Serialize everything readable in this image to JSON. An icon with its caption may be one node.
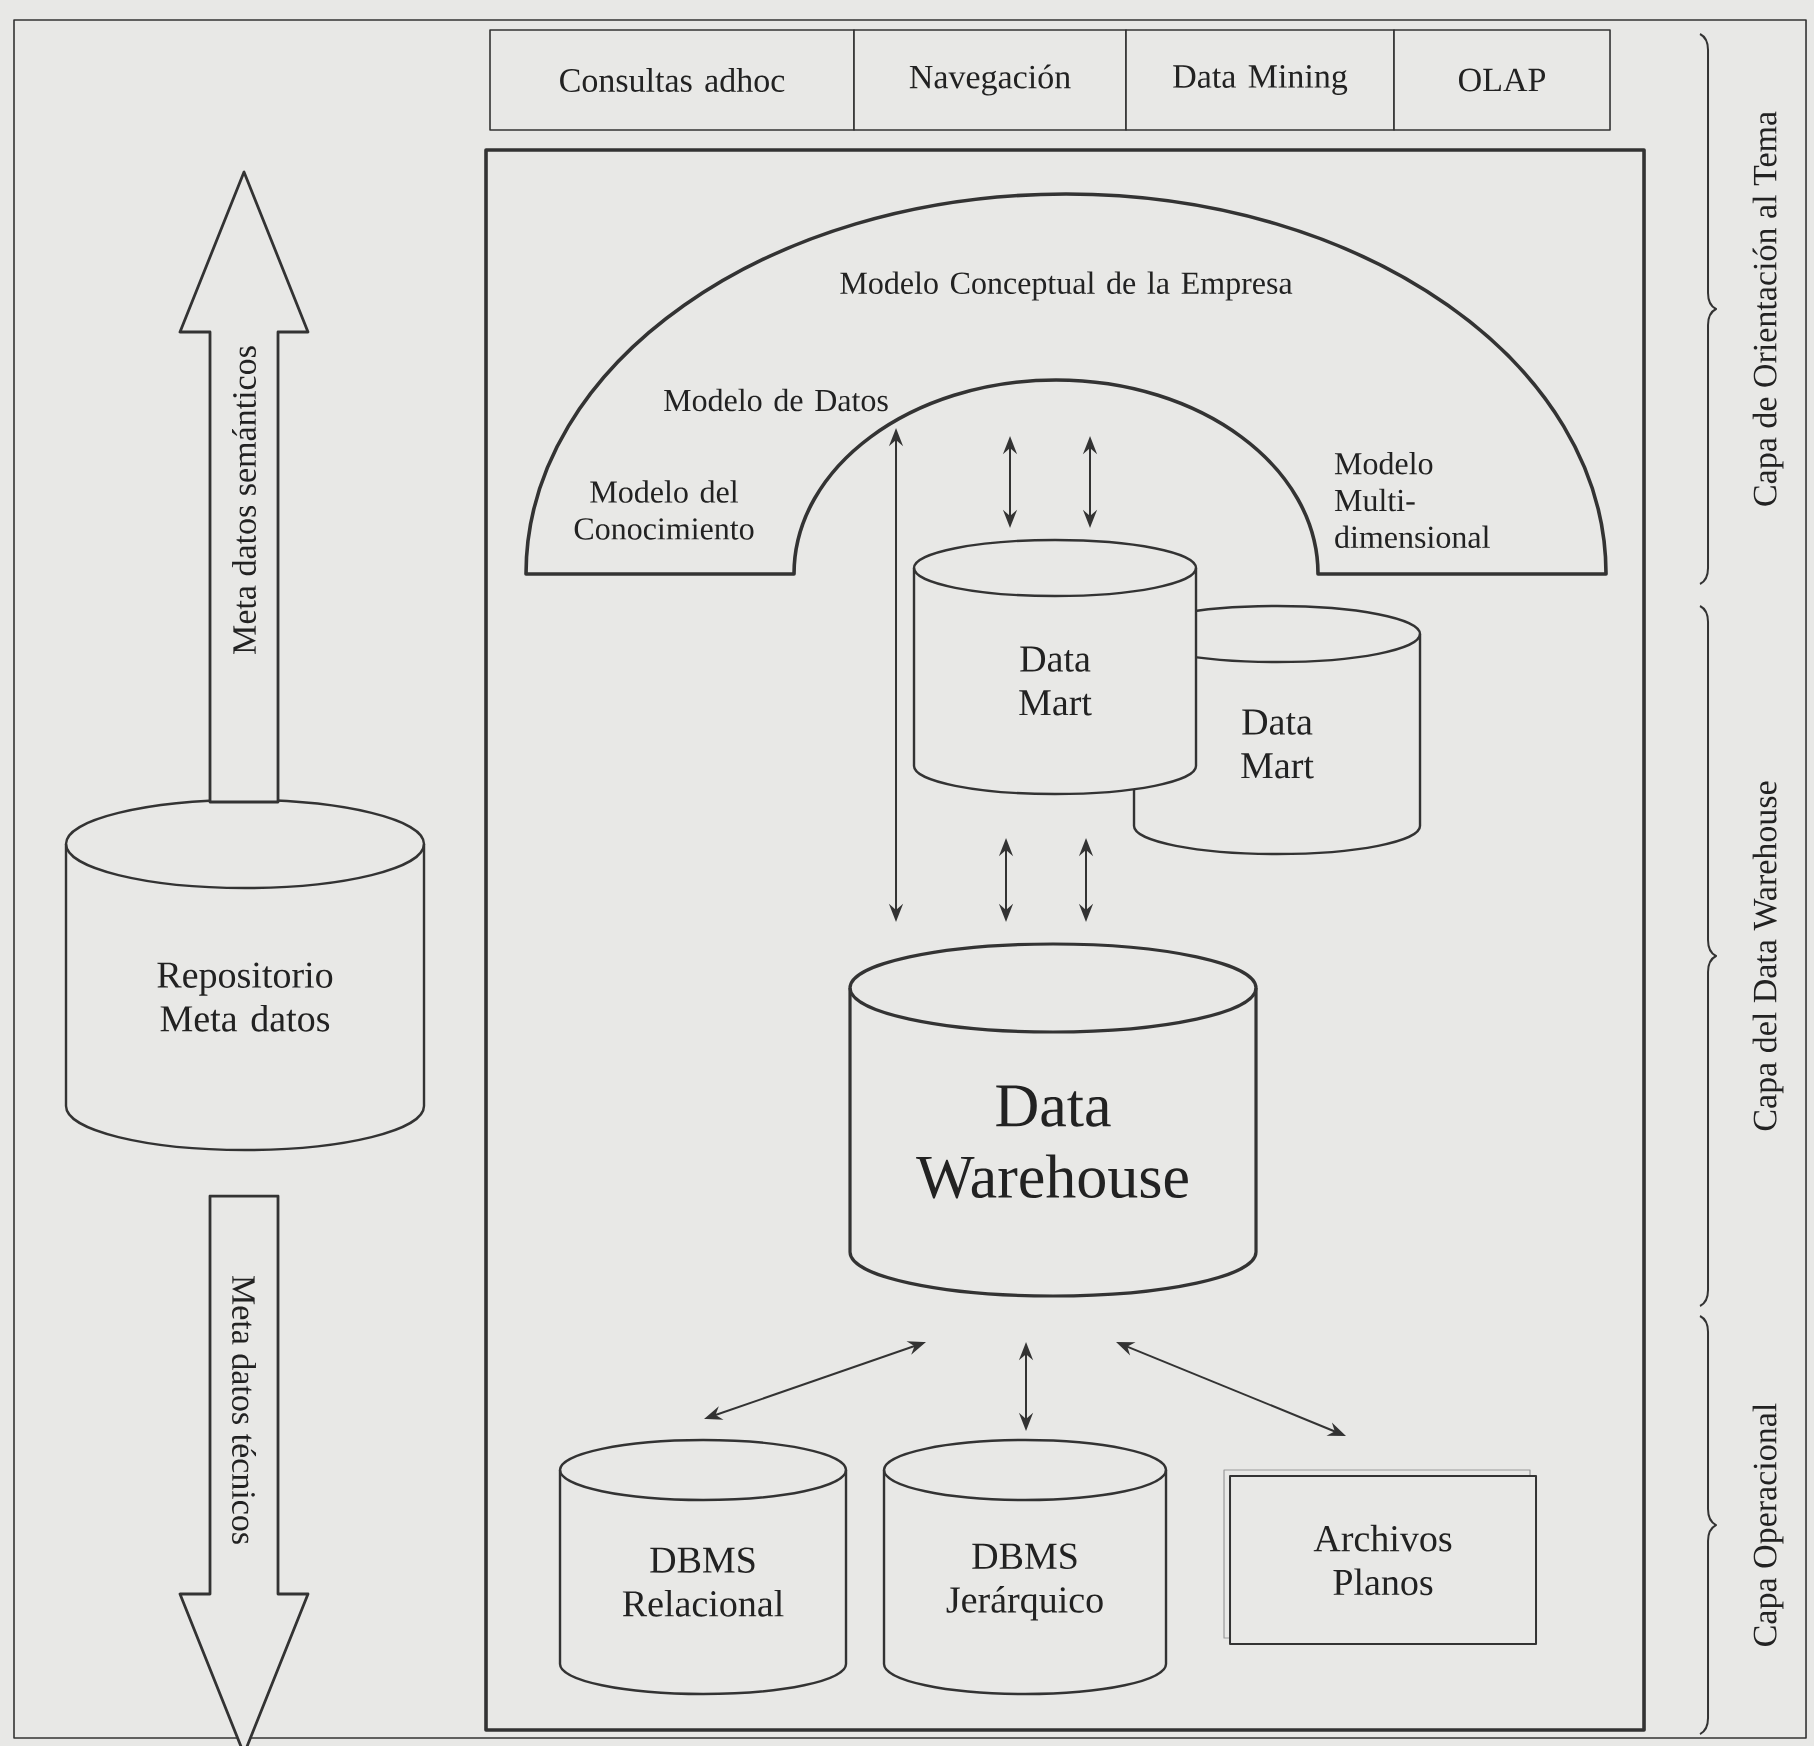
{
  "diagram": {
    "nodes": [
      {
        "text": [
          "Consultas adhoc"
        ]
      },
      {
        "text": [
          "Navegación"
        ]
      },
      {
        "text": [
          "Data Mining"
        ]
      },
      {
        "text": [
          "OLAP"
        ]
      },
      {
        "text": [],
        "shape": "box"
      },
      {
        "text": [
          "Modelo Conceptual de la Empresa",
          "Modelo de Datos",
          "Modelo del Conocimiento",
          "Modelo Multi- dimensional"
        ],
        "in": 4
      },
      {
        "text": [
          "Data Mart"
        ],
        "in": 4
      },
      {
        "text": [
          "Data Mart"
        ],
        "in": 4
      },
      {
        "text": [
          "Data Warehouse"
        ],
        "in": 4
      },
      {
        "text": [
          "DBMS Relacional"
        ],
        "in": 4
      },
      {
        "text": [
          "DBMS Jerárquico"
        ],
        "in": 4
      },
      {
        "text": [
          "Archivos Planos"
        ],
        "in": 4
      },
      {
        "text": [
          "Repositorio Meta datos"
        ]
      }
    ],
    "edges": [
      {
        "from": 5,
        "to": 6,
        "arrow": "both"
      },
      {
        "from": 5,
        "to": 6,
        "arrow": "both"
      },
      {
        "from": 5,
        "to": 8,
        "arrow": "both"
      },
      {
        "from": 6,
        "to": 8,
        "arrow": "both"
      },
      {
        "from": 6,
        "to": 8,
        "arrow": "both"
      },
      {
        "from": 8,
        "to": 9,
        "arrow": "both"
      },
      {
        "from": 8,
        "to": 10,
        "arrow": "both"
      },
      {
        "from": 8,
        "to": 11,
        "arrow": "both"
      },
      {
        "from": 12,
        "to": null,
        "arrow": "to",
        "style": "thick",
        "label": "Meta datos semánticos"
      },
      {
        "from": 12,
        "to": null,
        "arrow": "to",
        "style": "thick",
        "label": "Meta datos técnicos"
      }
    ],
    "labels": [
      "Capa de Orientación al Tema",
      "Capa del Data Warehouse",
      "Capa Operacional"
    ]
  }
}
